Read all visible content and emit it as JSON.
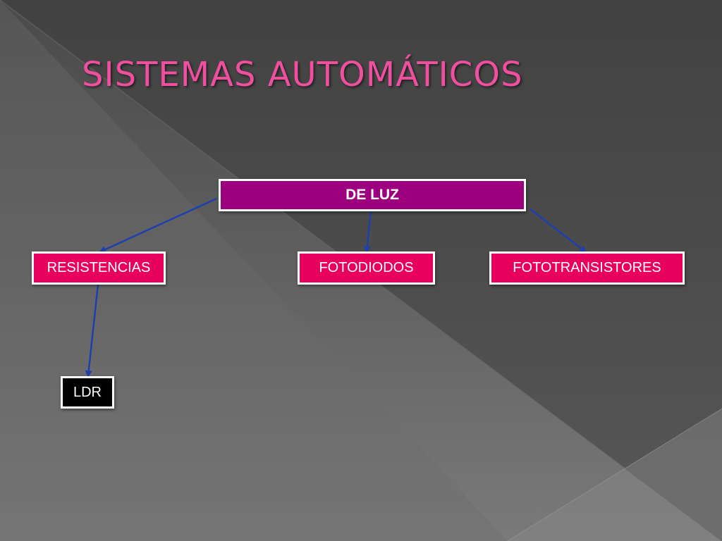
{
  "slide": {
    "title": "SISTEMAS AUTOMÁTICOS",
    "colors": {
      "title": "#ef4f9e",
      "root_node": "#9c007f",
      "child_node": "#e8005e",
      "leaf_node": "#000000",
      "connector": "#1f3fae"
    }
  },
  "diagram": {
    "root": {
      "label": "DE LUZ"
    },
    "children": [
      {
        "label": "RESISTENCIAS"
      },
      {
        "label": "FOTODIODOS"
      },
      {
        "label": "FOTOTRANSISTORES"
      }
    ],
    "leaf": {
      "label": "LDR"
    }
  }
}
